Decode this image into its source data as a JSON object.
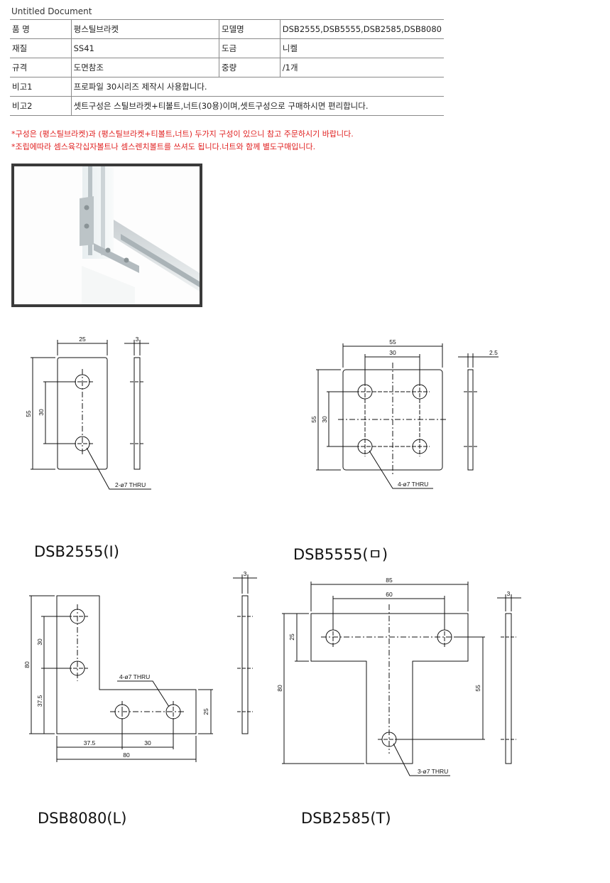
{
  "doc_title": "Untitled Document",
  "spec": {
    "rows": [
      {
        "k1": "품 명",
        "v1": "평스틸브라켓",
        "k2": "모델명",
        "v2": "DSB2555,DSB5555,DSB2585,DSB8080"
      },
      {
        "k1": "재질",
        "v1": "SS41",
        "k2": "도금",
        "v2": "니켈"
      },
      {
        "k1": "규격",
        "v1": "도면참조",
        "k2": "중량",
        "v2": "/1개"
      },
      {
        "k1": "비고1",
        "v1": "프로파일 30시리즈 제작시 사용합니다."
      },
      {
        "k1": "비고2",
        "v1": "셋트구성은 스틸브라켓+티볼트,너트(30용)이며,셋트구성으로 구매하시면 편리합니다."
      }
    ]
  },
  "notes": [
    "*구성은 (평스틸브라켓)과 (평스틸브라켓+티볼트,너트) 두가지 구성이 있으니 참고 주문하시기 바랍니다.",
    "*조립에따라 셈스육각십자볼트나 셈스렌치볼트를 쓰셔도 됩니다.너트와 함께 별도구매입니다."
  ],
  "colors": {
    "note": "#e02020",
    "line": "#111111"
  },
  "drawings": {
    "dsb2555": {
      "label": "DSB2555(I)",
      "w": "25",
      "h": "55",
      "pitch": "30",
      "t": "3",
      "thru": "2-ø7 THRU"
    },
    "dsb5555": {
      "label": "DSB5555(ㅁ)",
      "w": "55",
      "pitch_x": "30",
      "h": "55",
      "pitch_y": "30",
      "t": "2.5",
      "thru": "4-ø7 THRU"
    },
    "dsb8080": {
      "label": "DSB8080(L)",
      "h": "80",
      "p1": "30",
      "p2": "37.5",
      "w": "80",
      "b1": "37.5",
      "b2": "30",
      "arm": "25",
      "t": "3",
      "thru": "4-ø7 THRU"
    },
    "dsb2585": {
      "label": "DSB2585(T)",
      "w": "85",
      "pitch": "60",
      "top": "25",
      "h": "80",
      "v": "55",
      "t": "3",
      "thru": "3-ø7 THRU"
    }
  }
}
